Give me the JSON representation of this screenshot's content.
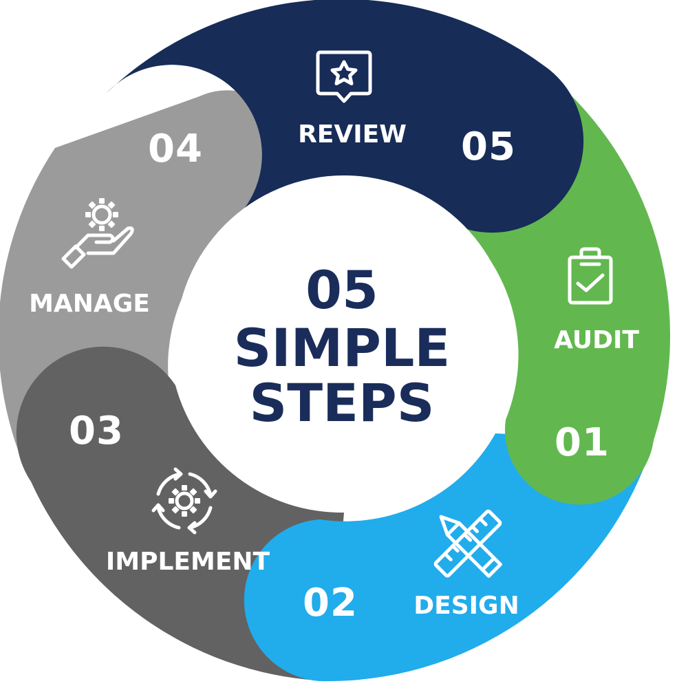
{
  "center": {
    "line1": "05",
    "line2": "SIMPLE",
    "line3": "STEPS"
  },
  "steps": [
    {
      "number": "01",
      "label": "AUDIT",
      "icon": "clipboard-check-icon",
      "color": "#62b84f"
    },
    {
      "number": "02",
      "label": "DESIGN",
      "icon": "pencil-ruler-icon",
      "color": "#21acec"
    },
    {
      "number": "03",
      "label": "IMPLEMENT",
      "icon": "gear-cycle-icon",
      "color": "#626262"
    },
    {
      "number": "04",
      "label": "MANAGE",
      "icon": "hand-gear-icon",
      "color": "#9b9b9b"
    },
    {
      "number": "05",
      "label": "REVIEW",
      "icon": "star-speech-bubble-icon",
      "color": "#172c57"
    }
  ],
  "colors": {
    "center_text": "#1a2d5a",
    "center_fill": "#ffffff",
    "segment_text": "#ffffff"
  }
}
